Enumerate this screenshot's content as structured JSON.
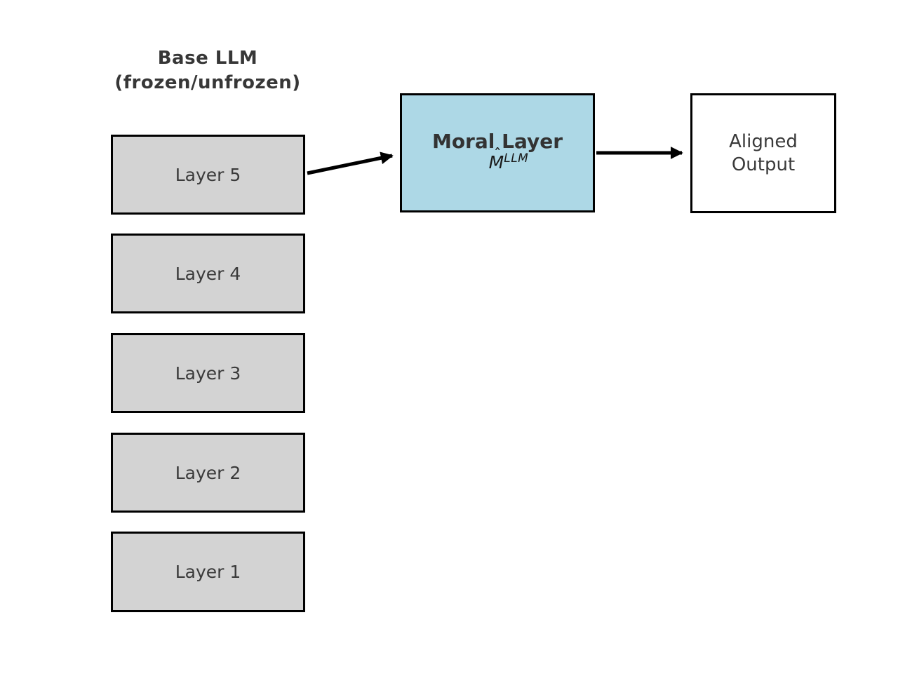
{
  "title": {
    "line1": "Base LLM",
    "line2": "(frozen/unfrozen)"
  },
  "layers": [
    {
      "label": "Layer 5"
    },
    {
      "label": "Layer 4"
    },
    {
      "label": "Layer 3"
    },
    {
      "label": "Layer 2"
    },
    {
      "label": "Layer 1"
    }
  ],
  "moral_layer": {
    "title": "Moral Layer",
    "formula_base": "M",
    "formula_hat": "ˆ",
    "formula_sup": "LLM"
  },
  "aligned_output": {
    "line1": "Aligned",
    "line2": "Output"
  },
  "colors": {
    "layer_fill": "#d3d3d3",
    "moral_fill": "#add8e6",
    "output_fill": "#ffffff",
    "border": "#000000",
    "text": "#3a3a3a",
    "arrow": "#000000"
  }
}
